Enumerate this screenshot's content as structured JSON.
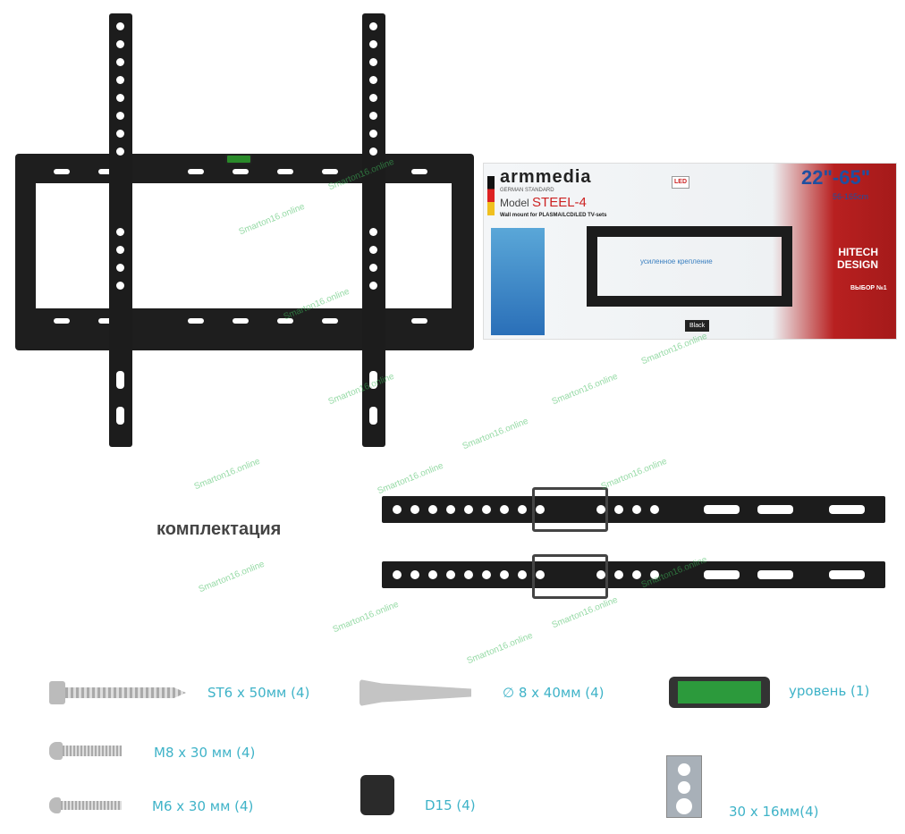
{
  "box": {
    "brand": "armmedia",
    "brand_sub": "GERMAN STANDARD",
    "model_prefix": "Model",
    "model": "STEEL-4",
    "subtitle": "Wall mount for PLASMA/LCD/LED TV-sets",
    "size_range": "22\"-65\"",
    "size_cm": "56-165cm",
    "led_badge": "LED",
    "feature_text": "усиленное крепление",
    "hitech": "HITECH",
    "design": "DESIGN",
    "choice": "ВЫБОР №1",
    "color_label": "Black"
  },
  "section_title": "комплектация",
  "items": [
    {
      "name": "screw-st6",
      "label": "ST6 x 50мм (4)"
    },
    {
      "name": "wall-plug",
      "label": "∅ 8 x 40мм (4)"
    },
    {
      "name": "level",
      "label": "уровень (1)"
    },
    {
      "name": "bolt-m8",
      "label": "M8 x 30 мм (4)"
    },
    {
      "name": "bolt-m6",
      "label": "M6 x 30 мм (4)"
    },
    {
      "name": "spacer",
      "label": "D15 (4)"
    },
    {
      "name": "plate",
      "label": "30 x 16мм(4)"
    }
  ],
  "watermark": "Smarton16.online"
}
